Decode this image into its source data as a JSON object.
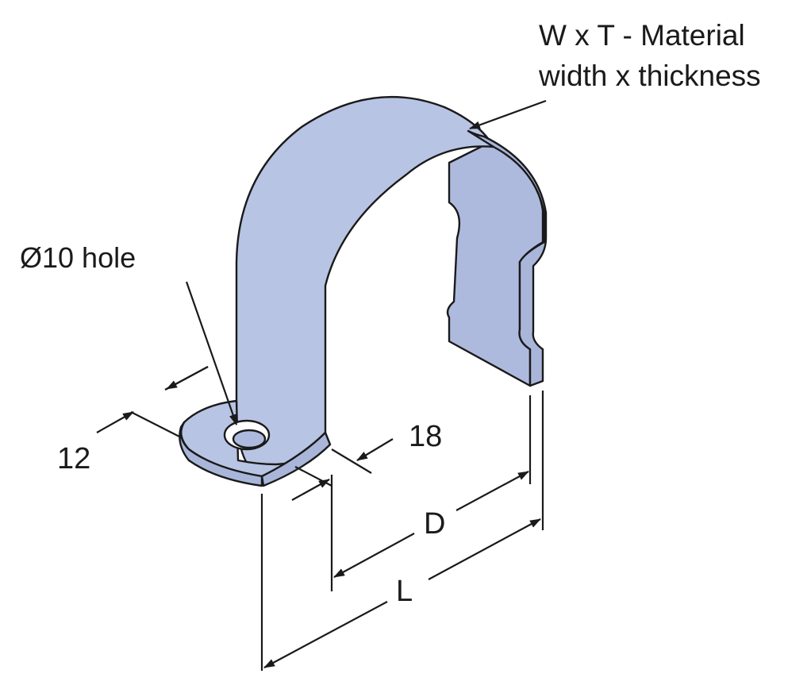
{
  "labels": {
    "material_line1": "W x T - Material",
    "material_line2": "width x thickness",
    "hole": "Ø10 hole",
    "dim_12": "12",
    "dim_18": "18",
    "dim_d": "D",
    "dim_l": "L"
  },
  "colors": {
    "strap_fill": "#b8c4e4",
    "outline": "#1a1a1a"
  }
}
